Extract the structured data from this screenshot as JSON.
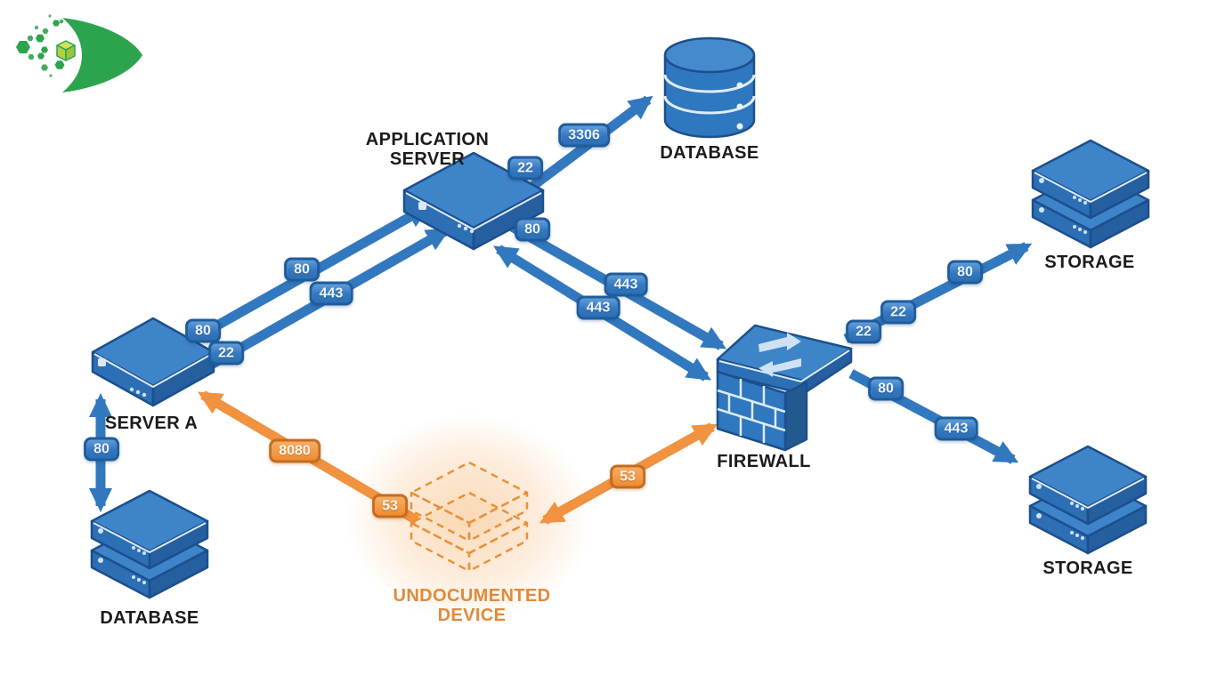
{
  "colors": {
    "connection_blue": "#3278bf",
    "connection_orange": "#f0923f",
    "badge_blue_border": "#1e5c9c",
    "badge_orange_border": "#c56c1d",
    "node_fill": "#3e84c9",
    "node_outline": "#1c4f8e",
    "label_text": "#1b1b1b",
    "alert_text": "#e08a3c",
    "logo_green": "#2ca44e",
    "logo_cube": "#c9da55"
  },
  "nodes": [
    {
      "id": "application-server",
      "lines": [
        "APPLICATION",
        "SERVER"
      ],
      "type": "server"
    },
    {
      "id": "database-top",
      "lines": [
        "DATABASE"
      ],
      "type": "database-cylinder"
    },
    {
      "id": "server-a",
      "lines": [
        "SERVER A"
      ],
      "type": "server"
    },
    {
      "id": "database-bottom",
      "lines": [
        "DATABASE"
      ],
      "type": "server-stack"
    },
    {
      "id": "firewall",
      "lines": [
        "FIREWALL"
      ],
      "type": "firewall"
    },
    {
      "id": "storage-top",
      "lines": [
        "STORAGE"
      ],
      "type": "server-stack"
    },
    {
      "id": "storage-bottom",
      "lines": [
        "STORAGE"
      ],
      "type": "server-stack"
    },
    {
      "id": "undocumented-device",
      "lines": [
        "UNDOCUMENTED",
        "DEVICE"
      ],
      "type": "dashed-stack",
      "highlight": "orange"
    }
  ],
  "connections": [
    {
      "from": "server-a",
      "to": "application-server",
      "ports": [
        "80",
        "80"
      ],
      "style": "blue",
      "arrow": "single"
    },
    {
      "from": "server-a",
      "to": "application-server",
      "ports": [
        "22",
        "443"
      ],
      "style": "blue",
      "arrow": "single"
    },
    {
      "from": "application-server",
      "to": "database-top",
      "ports": [
        "22",
        "3306"
      ],
      "style": "blue",
      "arrow": "single"
    },
    {
      "from": "application-server",
      "to": "firewall",
      "ports": [
        "80",
        "443"
      ],
      "style": "blue",
      "arrow": "single"
    },
    {
      "from": "application-server",
      "to": "firewall",
      "ports": [
        "443"
      ],
      "style": "blue",
      "arrow": "double"
    },
    {
      "from": "firewall",
      "to": "storage-top",
      "ports": [
        "22",
        "22",
        "80"
      ],
      "style": "blue",
      "arrow": "single"
    },
    {
      "from": "firewall",
      "to": "storage-bottom",
      "ports": [
        "80",
        "443"
      ],
      "style": "blue",
      "arrow": "single"
    },
    {
      "from": "server-a",
      "to": "database-bottom",
      "ports": [
        "80"
      ],
      "style": "blue",
      "arrow": "double"
    },
    {
      "from": "undocumented-device",
      "to": "server-a",
      "ports": [
        "53",
        "8080"
      ],
      "style": "orange",
      "arrow": "single"
    },
    {
      "from": "undocumented-device",
      "to": "firewall",
      "ports": [
        "53"
      ],
      "style": "orange",
      "arrow": "double"
    }
  ],
  "badges": [
    {
      "text": "80",
      "style": "blue"
    },
    {
      "text": "443",
      "style": "blue"
    },
    {
      "text": "80",
      "style": "blue"
    },
    {
      "text": "22",
      "style": "blue"
    },
    {
      "text": "22",
      "style": "blue"
    },
    {
      "text": "3306",
      "style": "blue"
    },
    {
      "text": "80",
      "style": "blue"
    },
    {
      "text": "443",
      "style": "blue"
    },
    {
      "text": "443",
      "style": "blue"
    },
    {
      "text": "80",
      "style": "blue"
    },
    {
      "text": "22",
      "style": "blue"
    },
    {
      "text": "22",
      "style": "blue"
    },
    {
      "text": "80",
      "style": "blue"
    },
    {
      "text": "443",
      "style": "blue"
    },
    {
      "text": "80",
      "style": "blue"
    },
    {
      "text": "8080",
      "style": "orange"
    },
    {
      "text": "53",
      "style": "orange"
    },
    {
      "text": "53",
      "style": "orange"
    }
  ]
}
